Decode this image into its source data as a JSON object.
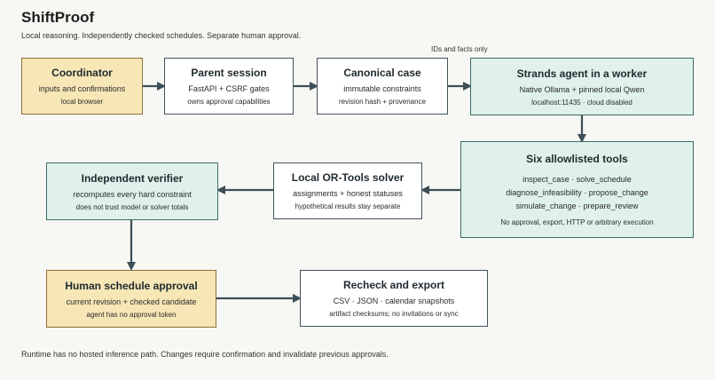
{
  "header": {
    "title": "ShiftProof",
    "subtitle": "Local reasoning. Independently checked schedules. Separate human approval."
  },
  "annotations": {
    "ids_facts": "IDs and facts only"
  },
  "nodes": {
    "coordinator": {
      "title": "Coordinator",
      "line1": "inputs and confirmations",
      "line2": "local browser"
    },
    "parent_session": {
      "title": "Parent session",
      "line1": "FastAPI + CSRF gates",
      "line2": "owns approval capabilities"
    },
    "canonical_case": {
      "title": "Canonical case",
      "line1": "immutable constraints",
      "line2": "revision hash + provenance"
    },
    "strands_agent": {
      "title": "Strands agent in a worker",
      "line1": "Native Ollama + pinned local Qwen",
      "line2": "localhost:11435 · cloud disabled"
    },
    "tools": {
      "title": "Six allowlisted tools",
      "row1": "inspect_case · solve_schedule",
      "row2": "diagnose_infeasibility · propose_change",
      "row3": "simulate_change · prepare_review",
      "note": "No approval, export, HTTP or arbitrary execution"
    },
    "solver": {
      "title": "Local OR-Tools solver",
      "line1": "assignments + honest statuses",
      "line2": "hypothetical results stay separate"
    },
    "verifier": {
      "title": "Independent verifier",
      "line1": "recomputes every hard constraint",
      "line2": "does not trust model or solver totals"
    },
    "approval": {
      "title": "Human schedule approval",
      "line1": "current revision + checked candidate",
      "line2": "agent has no approval token"
    },
    "export": {
      "title": "Recheck and export",
      "line1": "CSV · JSON · calendar snapshots",
      "line2": "artifact checksums; no invitations or sync"
    }
  },
  "footer": {
    "text": "Runtime has no hosted inference path. Changes require confirmation and invalidate previous approvals."
  },
  "colors": {
    "amber_fill": "#f7e6b6",
    "teal_fill": "#dff1ea",
    "plain_fill": "#ffffff",
    "arrow": "#3d4e57"
  }
}
